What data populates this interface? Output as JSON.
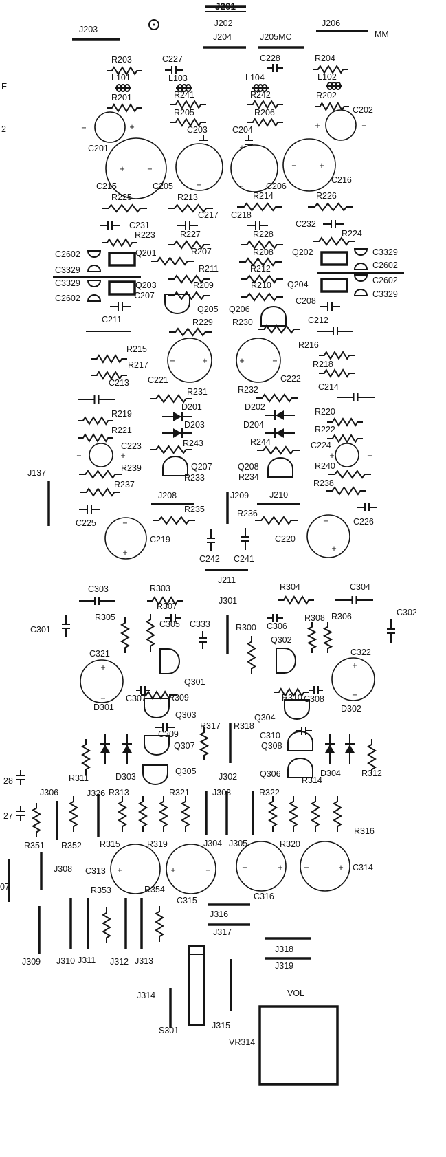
{
  "labels": {
    "J201": "J201",
    "J202": "J202",
    "J203": "J203",
    "J204": "J204",
    "J205MC": "J205MC",
    "J206": "J206",
    "MM": "MM",
    "R203": "R203",
    "R204": "R204",
    "R201": "R201",
    "R202": "R202",
    "C227": "C227",
    "C228": "C228",
    "L101": "L101",
    "L102": "L102",
    "L103": "L103",
    "L104": "L104",
    "R241": "R241",
    "R242": "R242",
    "R205": "R205",
    "R206": "R206",
    "C201": "C201",
    "C202": "C202",
    "C203": "C203",
    "C204": "C204",
    "C215": "C215",
    "C205": "C205",
    "C206": "C206",
    "C216": "C216",
    "R225": "R225",
    "R213": "R213",
    "R214": "R214",
    "R226": "R226",
    "C217": "C217",
    "C218": "C218",
    "C231": "C231",
    "C232": "C232",
    "R223": "R223",
    "R227": "R227",
    "R228": "R228",
    "R224": "R224",
    "C2602": "C2602",
    "C3329": "C3329",
    "Q201": "Q201",
    "Q202": "Q202",
    "Q203": "Q203",
    "Q204": "Q204",
    "R207": "R207",
    "R208": "R208",
    "R211": "R211",
    "R212": "R212",
    "R209": "R209",
    "R210": "R210",
    "C207": "C207",
    "C208": "C208",
    "Q205": "Q205",
    "Q206": "Q206",
    "C211": "C211",
    "C212": "C212",
    "R229": "R229",
    "R230": "R230",
    "R215": "R215",
    "R216": "R216",
    "R217": "R217",
    "R218": "R218",
    "C213": "C213",
    "C214": "C214",
    "C221": "C221",
    "C222": "C222",
    "R231": "R231",
    "R232": "R232",
    "D201": "D201",
    "D202": "D202",
    "D203": "D203",
    "D204": "D204",
    "R219": "R219",
    "R220": "R220",
    "R221": "R221",
    "R222": "R222",
    "C223": "C223",
    "C224": "C224",
    "R243": "R243",
    "R244": "R244",
    "Q207": "Q207",
    "Q208": "Q208",
    "R239": "R239",
    "R240": "R240",
    "R233": "R233",
    "R234": "R234",
    "J137": "J137",
    "R237": "R237",
    "R238": "R238",
    "J208": "J208",
    "J209": "J209",
    "J210": "J210",
    "C225": "C225",
    "C226": "C226",
    "R235": "R235",
    "R236": "R236",
    "C219": "C219",
    "C220": "C220",
    "C242": "C242",
    "C241": "C241",
    "J211": "J211",
    "J301": "J301",
    "C303": "C303",
    "C304": "C304",
    "R303": "R303",
    "R304": "R304",
    "R307": "R307",
    "R305": "R305",
    "R306": "R306",
    "R308": "R308",
    "C305": "C305",
    "C306": "C306",
    "C333": "C333",
    "C301": "C301",
    "C302": "C302",
    "R300": "R300",
    "Q302": "Q302",
    "C321": "C321",
    "C322": "C322",
    "Q301": "Q301",
    "C307": "C307",
    "C308": "C308",
    "R309": "R309",
    "R310": "R310",
    "D301": "D301",
    "D302": "D302",
    "Q303": "Q303",
    "Q304": "Q304",
    "R317": "R317",
    "R318": "R318",
    "C309": "C309",
    "C310": "C310",
    "Q307": "Q307",
    "Q308": "Q308",
    "Q305": "Q305",
    "Q306": "Q306",
    "R311": "R311",
    "R312": "R312",
    "D303": "D303",
    "D304": "D304",
    "R314": "R314",
    "J302": "J302",
    "J303": "J303",
    "C328": "28",
    "C327": "27",
    "J306": "J306",
    "J326": "J326",
    "R313": "R313",
    "R321": "R321",
    "R322": "R322",
    "R316": "R316",
    "R351": "R351",
    "R352": "R352",
    "R315": "R315",
    "R319": "R319",
    "J304": "J304",
    "J305": "J305",
    "R320": "R320",
    "J307": "07",
    "J308": "J308",
    "C313": "C313",
    "C314": "C314",
    "R353": "R353",
    "R354": "R354",
    "C315": "C315",
    "C316": "C316",
    "J316": "J316",
    "J317": "J317",
    "J318": "J318",
    "J319": "J319",
    "J309": "J309",
    "J310": "J310",
    "J311": "J311",
    "J312": "J312",
    "J313": "J313",
    "J314": "J314",
    "S301": "S301",
    "J315": "J315",
    "VOL": "VOL",
    "VR314": "VR314",
    "edge1": "E",
    "edge2": "2"
  },
  "polarity": {
    "plus": "+",
    "minus": "−"
  }
}
